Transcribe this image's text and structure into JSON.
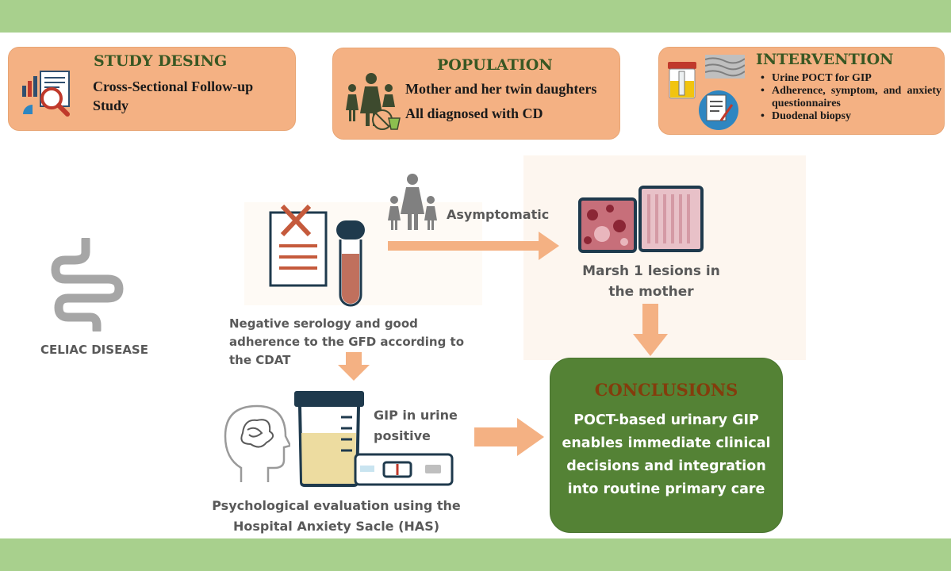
{
  "study_design": {
    "title": "STUDY DESING",
    "text": "Cross-Sectional Follow-up Study"
  },
  "population": {
    "title": "POPULATION",
    "line1": "Mother and her twin daughters",
    "line2": "All diagnosed with CD"
  },
  "intervention": {
    "title": "INTERVENTION",
    "items": [
      "Urine POCT for GIP",
      "Adherence, symptom, and anxiety questionnaires",
      "Duodenal biopsy"
    ]
  },
  "flow": {
    "celiac_label": "CELIAC DISEASE",
    "asymptomatic_label": "Asymptomatic",
    "serology_label": "Negative serology and good adherence to the GFD according to the CDAT",
    "marsh_label": "Marsh 1 lesions in the mother",
    "gip_label": "GIP in urine positive",
    "psych_label": "Psychological evaluation using the Hospital Anxiety Sacle (HAS)"
  },
  "conclusions": {
    "title": "CONCLUSIONS",
    "text": "POCT-based urinary GIP enables immediate clinical decisions and integration into routine primary care"
  },
  "colors": {
    "band": "#a8d08d",
    "card": "#f4b183",
    "title_green": "#385723",
    "conclusion_box": "#548235",
    "conclusion_title": "#843c0c",
    "arrow": "#f4b183"
  }
}
